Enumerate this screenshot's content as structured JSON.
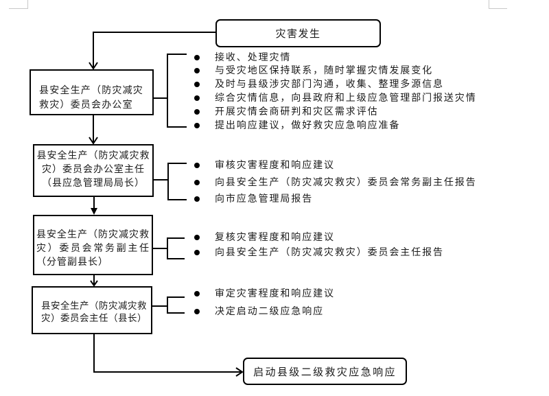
{
  "flowchart": {
    "title": "县级二级救灾应急响应启动流程",
    "start_node": "灾害发生",
    "steps": [
      {
        "box_lines": [
          "县安全生产（防灾减灾",
          "救灾）委员会办公室"
        ],
        "tasks": [
          "接收、处理灾情",
          "与受灾地区保持联系，随时掌握灾情发展变化",
          "及时与县级涉灾部门沟通，收集、整理多源信息",
          "综合灾情信息，向县政府和上级应急管理部门报送灾情",
          "开展灾情会商研判和灾区需求评估",
          "提出响应建议，做好救灾应急响应准备"
        ]
      },
      {
        "box_lines": [
          "县安全生产（防灾减灾救",
          "灾）委员会办公室主任",
          "（县应急管理局局长）"
        ],
        "tasks": [
          "审核灾害程度和响应建议",
          "向县安全生产（防灾减灾救灾）委员会常务副主任报告",
          "向市应急管理局报告"
        ]
      },
      {
        "box_lines": [
          "县安全生产（防灾减灾救",
          "灾）委员会常务副主任",
          "（分管副县长）"
        ],
        "tasks": [
          "复核灾害程度和响应建议",
          "向县安全生产（防灾减灾救灾）委员会主任报告"
        ]
      },
      {
        "box_lines": [
          "县安全生产（防灾减灾救",
          "灾）委员会主任（县长）"
        ],
        "tasks": [
          "审定灾害程度和响应建议",
          "决定启动二级应急响应"
        ]
      }
    ],
    "end_node": "启动县级二级救灾应急响应"
  },
  "colors": {
    "line": "#000000",
    "text": "#1a1a1a",
    "page_corner_mark": "#c8c8c8",
    "background": "#ffffff"
  }
}
